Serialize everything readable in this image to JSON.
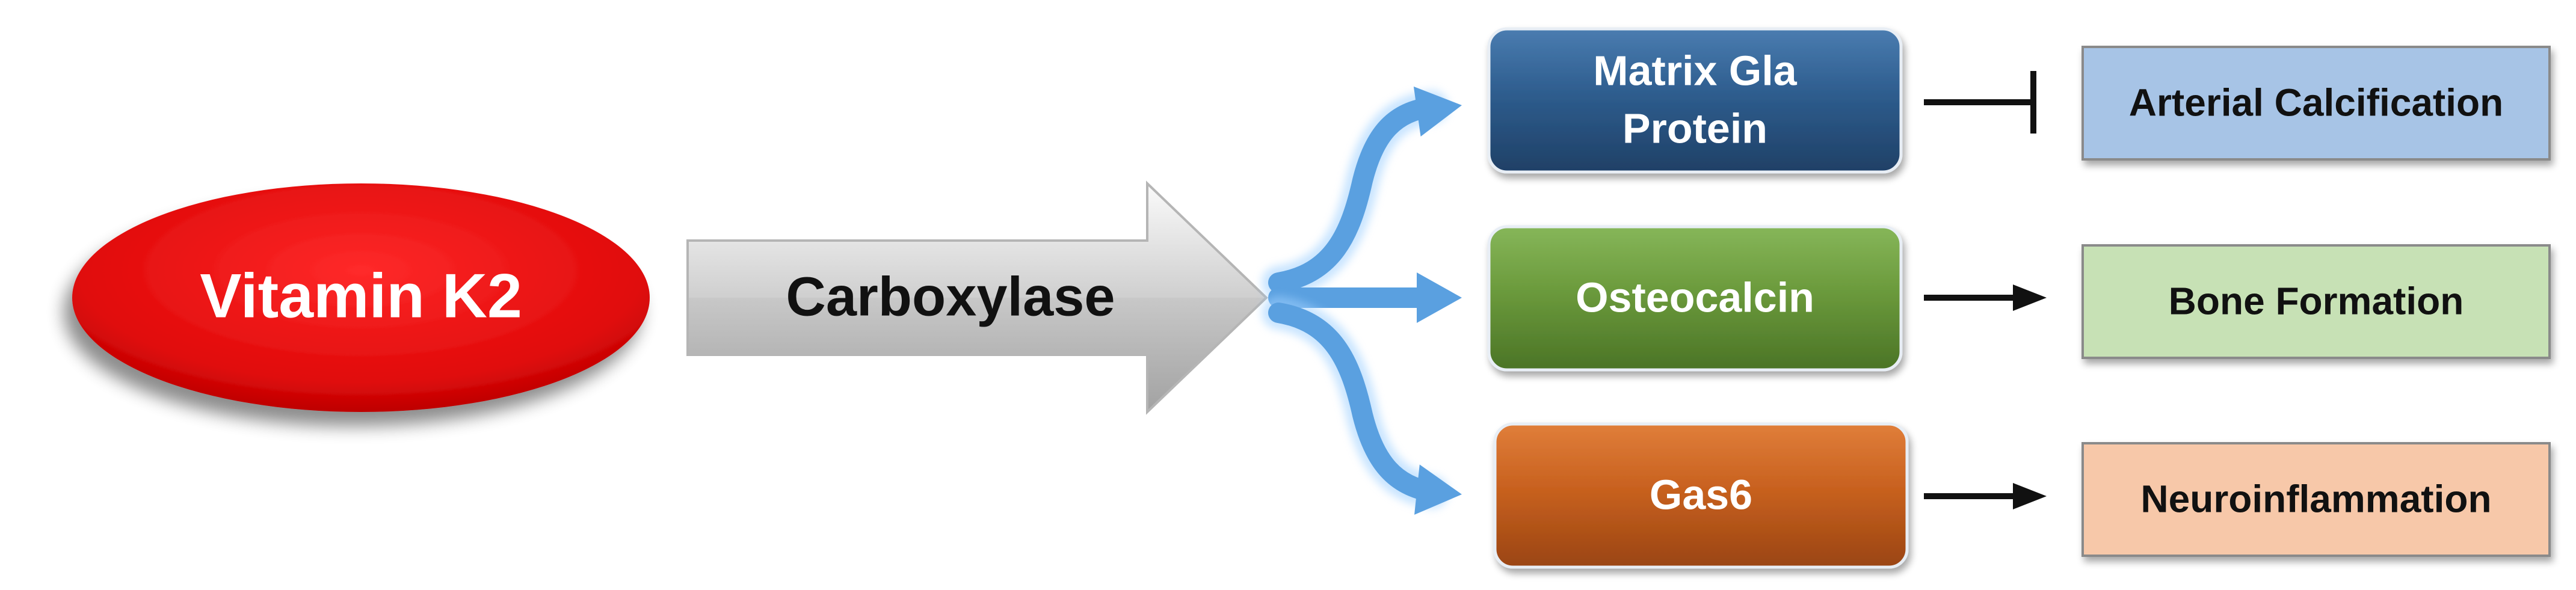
{
  "source": {
    "label": "Vitamin K2",
    "color": "#ee1111"
  },
  "enzyme": {
    "label": "Carboxylase"
  },
  "proteins": [
    {
      "id": "mgp",
      "lines": [
        "Matrix Gla",
        "Protein"
      ],
      "color": "#2e5d8e"
    },
    {
      "id": "osteocalcin",
      "lines": [
        "Osteocalcin"
      ],
      "color": "#6b9a3c"
    },
    {
      "id": "gas6",
      "lines": [
        "Gas6"
      ],
      "color": "#c8611f"
    }
  ],
  "outcomes": [
    {
      "id": "arterial-calcification",
      "label": "Arterial Calcification",
      "relation": "inhibits",
      "color": "#a7c4e6"
    },
    {
      "id": "bone-formation",
      "label": "Bone Formation",
      "relation": "promotes",
      "color": "#c7e1b5"
    },
    {
      "id": "neuroinflammation",
      "label": "Neuroinflammation",
      "relation": "promotes",
      "color": "#f7c8a9"
    }
  ],
  "colors": {
    "connector": "#5aa0e0",
    "line": "#111111",
    "text_dark": "#111111",
    "text_light": "#ffffff"
  }
}
